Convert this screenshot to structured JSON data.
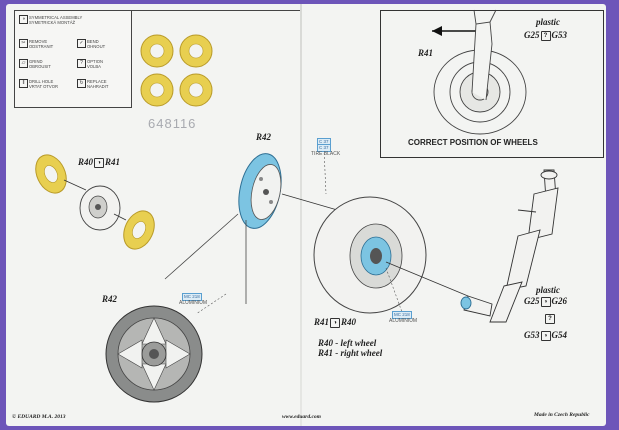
{
  "legend": {
    "items": [
      {
        "icon": "symmetry-icon",
        "glyph": "◑",
        "lines": [
          "SYMMETRICAL ASSEMBLY",
          "SYMETRICKÁ MONTÁŽ"
        ]
      },
      {
        "icon": "remove-icon",
        "glyph": "✂",
        "lines": [
          "REMOVE",
          "ODSTRANIT"
        ]
      },
      {
        "icon": "bend-icon",
        "glyph": "✓",
        "lines": [
          "BEND",
          "OHNOUT"
        ]
      },
      {
        "icon": "grind-icon",
        "glyph": "▱",
        "lines": [
          "GRIND",
          "OBROUSIT"
        ]
      },
      {
        "icon": "option-icon",
        "glyph": "?",
        "lines": [
          "OPTION",
          "VOLBA"
        ]
      },
      {
        "icon": "drill-icon",
        "glyph": "‖",
        "lines": [
          "DRILL HOLE",
          "VRTAT OTVOR"
        ]
      },
      {
        "icon": "replace-icon",
        "glyph": "↻",
        "lines": [
          "REPLACE",
          "NAHRADIT"
        ]
      }
    ]
  },
  "fret_number": "648116",
  "inset": {
    "direction": "plastic",
    "part_a": "G25",
    "symbol": "?",
    "part_b": "G53",
    "part_label": "R41",
    "caption": "CORRECT POSITION OF WHEELS"
  },
  "small_assembly": {
    "label_a": "R40",
    "label_b": "R41"
  },
  "hub_part": "R42",
  "paint_tire": {
    "code": "C 37",
    "sub": "C 37",
    "name": "TIRE BLACK"
  },
  "paint_hub": {
    "code": "MC 218",
    "name": "ALUMINIUM"
  },
  "zoom": {
    "label": "R42",
    "paint_code": "MC 218",
    "paint_name": "ALUMINIUM"
  },
  "main_labels": {
    "a": "R41",
    "b": "R40"
  },
  "notes": [
    "R40 - left wheel",
    "R41 - right wheel"
  ],
  "strut": {
    "material": "plastic",
    "row1_a": "G25",
    "row1_b": "G26",
    "option": "?",
    "row2_a": "G53",
    "row2_b": "G54"
  },
  "footer": {
    "copyright": "© EDUARD  M.A. 2013",
    "url": "www.eduard.com",
    "made_in": "Made in Czech Republic"
  },
  "colors": {
    "etch_gold": "#e8cf50",
    "hub_blue": "#7cc4e2",
    "paper": "#f3f4f2",
    "background": "#6d55b9"
  }
}
